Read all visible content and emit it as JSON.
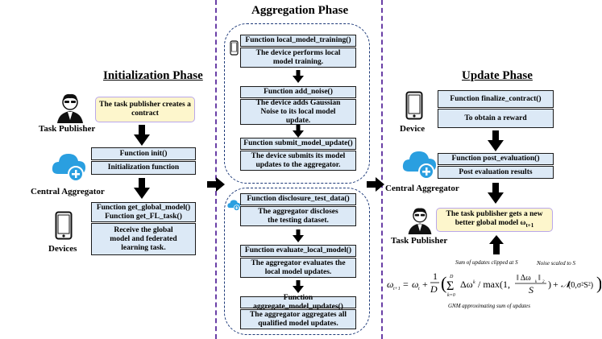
{
  "phases": {
    "initialization": "Initialization Phase",
    "aggregation": "Aggregation Phase",
    "update": "Update Phase"
  },
  "actors": {
    "task_publisher": "Task Publisher",
    "central_aggregator": "Central Aggregator",
    "devices": "Devices",
    "device": "Device"
  },
  "init": {
    "publisher_box": "The task publisher creates a contract",
    "init_func": "Function  init()",
    "init_desc": "Initialization function",
    "global_func_1": "Function  get_global_model()",
    "global_func_2": "Function get_FL_task()",
    "global_desc": "Receive the global model and federated learning task."
  },
  "aggregation": {
    "local_func": "Function  local_model_training()",
    "local_desc": "The device performs local model training.",
    "noise_func": "Function  add_noise()",
    "noise_desc": "The device adds Gaussian Noise to its local model update.",
    "submit_func": "Function  submit_model_update()",
    "submit_desc": "The device submits its model updates to the  aggregator.",
    "disclose_func": "Function  disclosure_test_data()",
    "disclose_desc": "The aggregator  discloses the testing dataset.",
    "evaluate_func": "Function  evaluate_local_model()",
    "evaluate_desc": "The aggregator evaluates the local model updates.",
    "aggregate_func": "Function  aggregate_model_updates()",
    "aggregate_desc": "The aggregator aggregates all qualified model updates."
  },
  "update": {
    "finalize_func": "Function  finalize_contract()",
    "finalize_desc": "To obtain a reward",
    "post_func": "Function  post_evaluation()",
    "post_desc": "Post evaluation results",
    "final_text": "The task publisher gets a  new better global model ω",
    "final_sub": "t+1"
  },
  "formula": {
    "note_top_left": "Sum of updates clipped at S",
    "note_top_right": "Noise scaled to S",
    "note_bottom": "GNM approximating sum of updates"
  },
  "colors": {
    "box_fill": "#dce9f6",
    "yellow_fill": "#fdf6cc",
    "divider": "#6a3fa6",
    "cloud": "#2a9fe0"
  }
}
